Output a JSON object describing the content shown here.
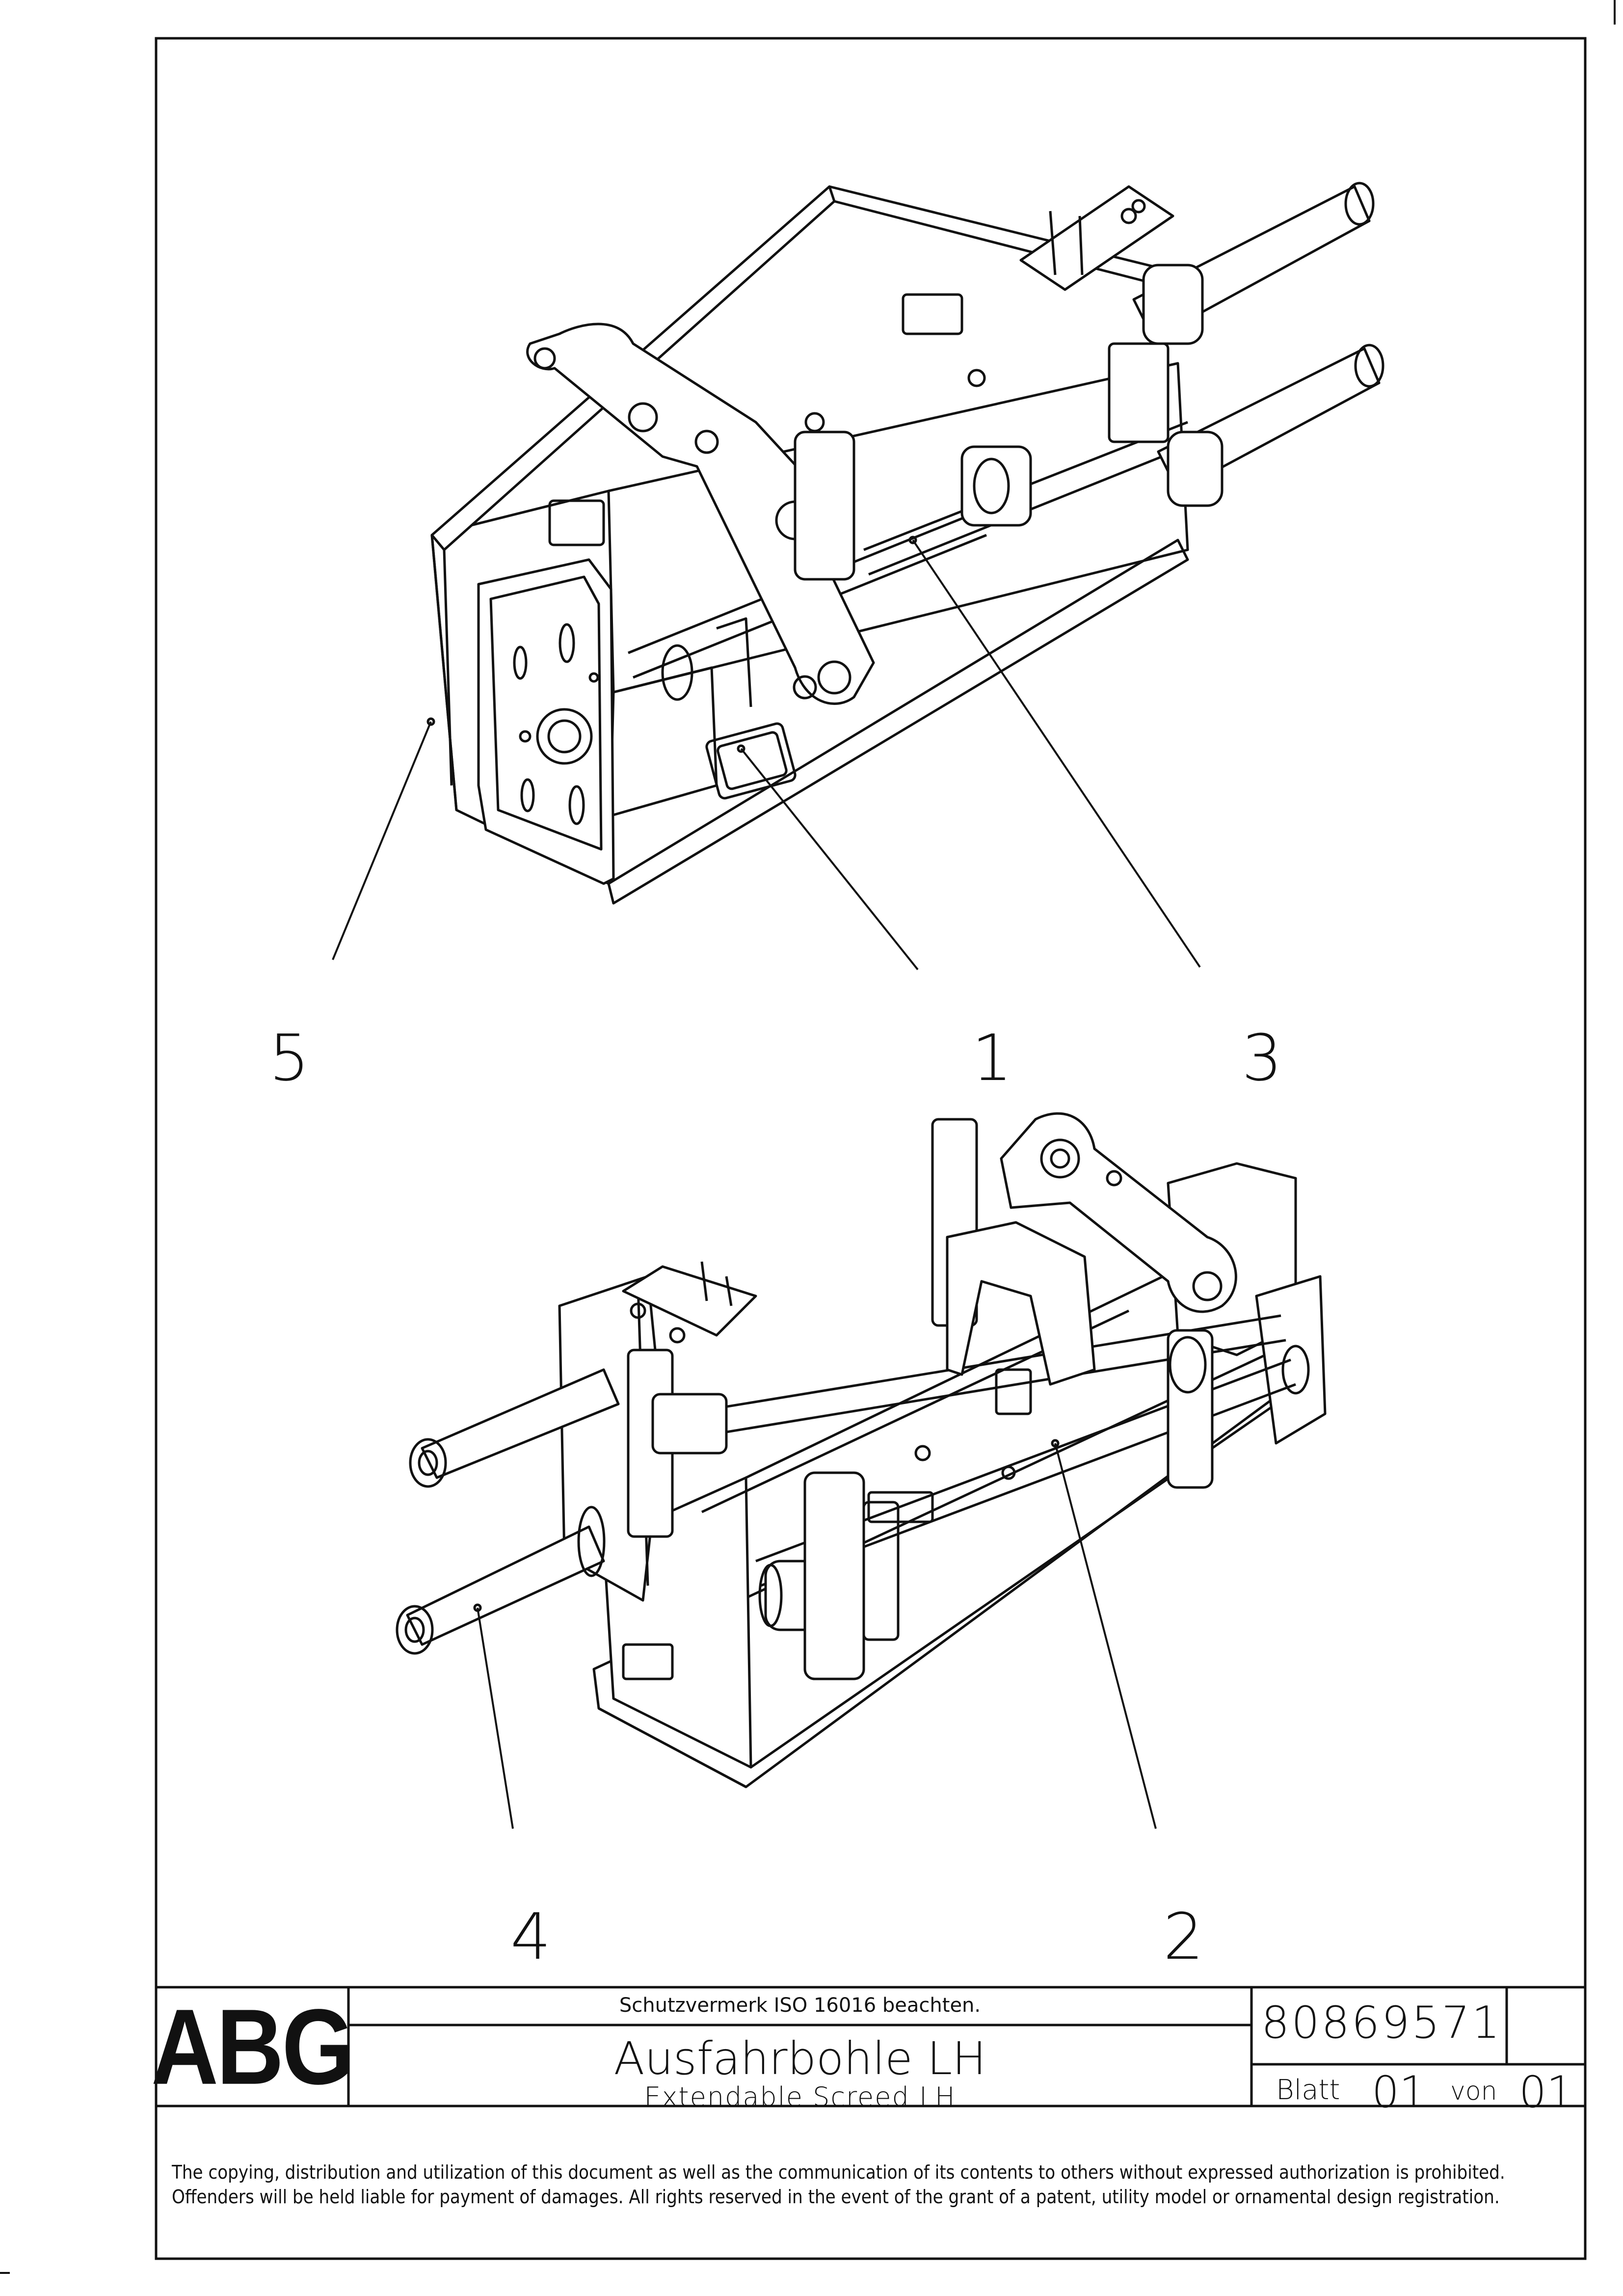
{
  "drawing": {
    "callouts": {
      "top": [
        "5",
        "1",
        "3"
      ],
      "bottom": [
        "4",
        "2"
      ]
    }
  },
  "title_block": {
    "logo": "ABG",
    "protection_note": "Schutzvermerk ISO 16016 beachten.",
    "title_de": "Ausfahrbohle LH",
    "title_en": "Extendable Screed LH",
    "drawing_number": "80869571",
    "sheet_label": "Blatt",
    "sheet_number": "01",
    "of_label": "von",
    "sheet_total": "01"
  },
  "copyright_text": "The copying, distribution and utilization of this document as well as the communication of its contents to others without expressed authorization is prohibited. Offenders will be held liable for payment of damages. All rights reserved in the event of the grant of a patent, utility model or ornamental design registration."
}
